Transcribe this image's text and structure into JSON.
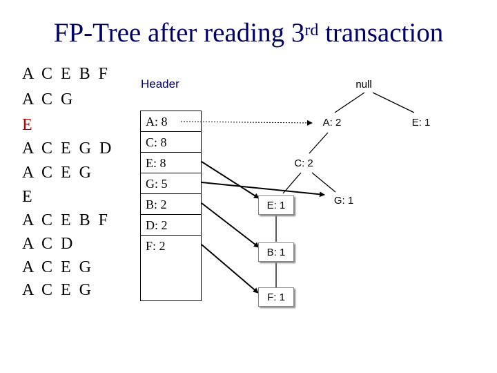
{
  "title": {
    "main": "FP-Tree after reading 3",
    "sup": "rd",
    "tail": " transaction"
  },
  "transactions": [
    "A C E B F",
    "A C G",
    "E",
    "A C E G D",
    "A C E G",
    "E",
    "A C E B F",
    "A C D",
    "A C E G",
    "A C E G"
  ],
  "highlighted_index": 2,
  "header": {
    "label": "Header",
    "rows": [
      "A: 8",
      "C: 8",
      "E: 8",
      "G: 5",
      "B: 2",
      "D: 2",
      "F: 2"
    ]
  },
  "tree": {
    "null": "null",
    "a": "A: 2",
    "e_root": "E: 1",
    "c": "C: 2",
    "e": "E: 1",
    "g": "G: 1",
    "b": "B: 1",
    "f": "F: 1"
  },
  "colors": {
    "title": "#000066",
    "highlight": "#b00000"
  }
}
